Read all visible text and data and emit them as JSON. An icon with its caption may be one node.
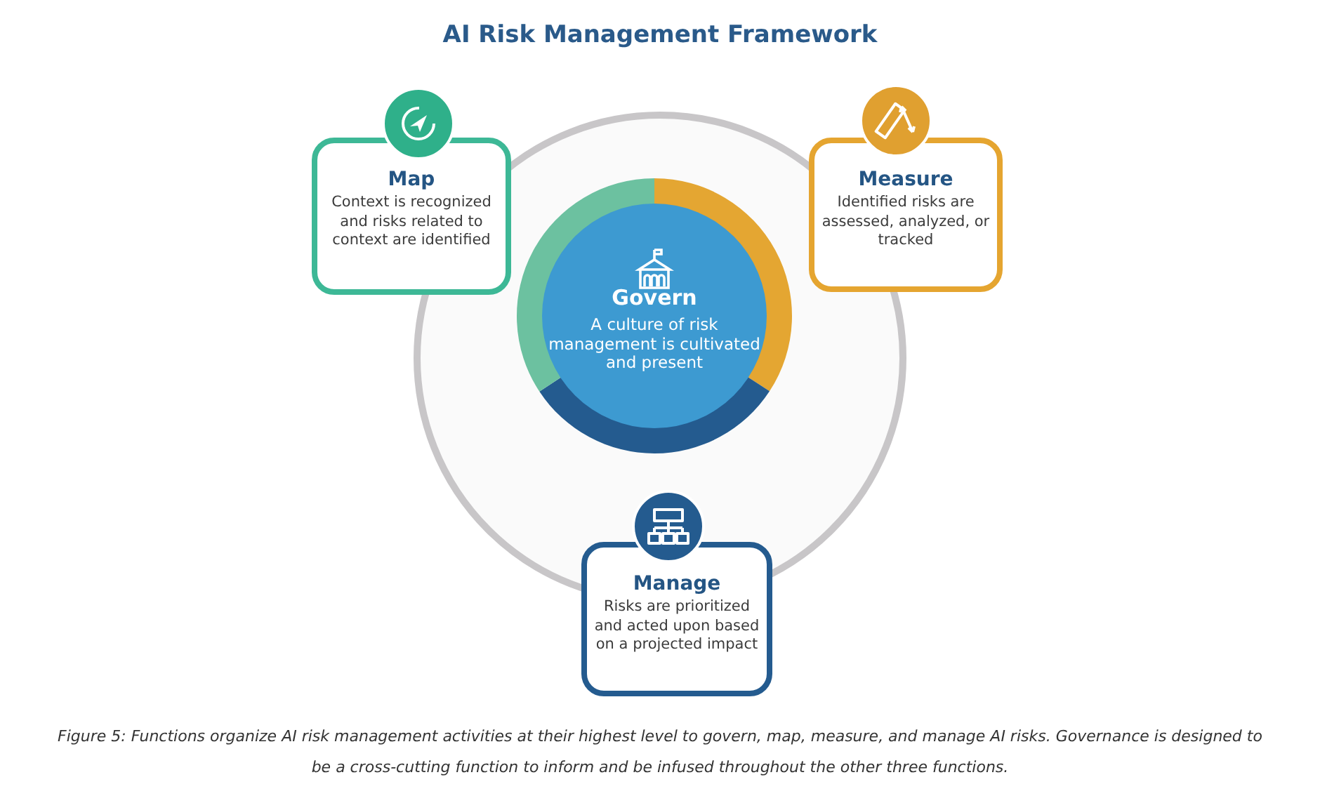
{
  "diagram": {
    "title": "AI Risk Management Framework",
    "nodes": [
      {
        "text": [
          "Govern",
          "A culture of risk management is cultivated and present"
        ]
      },
      {
        "text": [
          "Map",
          "Context is recognized and risks related to context are identified"
        ]
      },
      {
        "text": [
          "Measure",
          "Identified risks are assessed, analyzed, or tracked"
        ]
      },
      {
        "text": [
          "Manage",
          "Risks are prioritized and acted upon based on a projected impact"
        ]
      }
    ],
    "caption": "Figure 5: Functions organize AI risk management activities at their highest level to govern, map, measure, and manage AI risks. Governance is designed to be a cross-cutting function to inform and be infused throughout the other three functions."
  }
}
